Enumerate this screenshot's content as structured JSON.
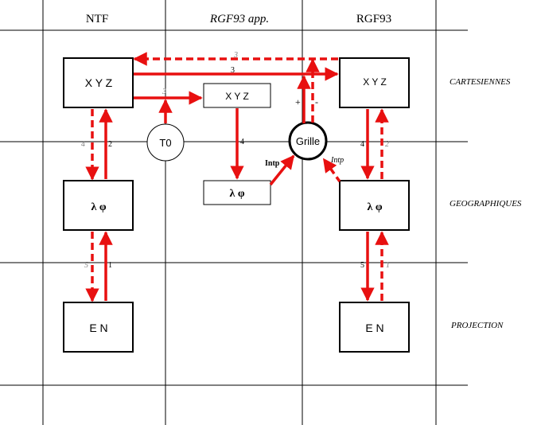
{
  "columns": {
    "ntf": "NTF",
    "rgf93_app": "RGF93 app.",
    "rgf93": "RGF93"
  },
  "rows": {
    "cartesiennes": "CARTESIENNES",
    "geographiques": "GEOGRAPHIQUES",
    "projection": "PROJECTION"
  },
  "boxes": {
    "ntf_xyz": "X Y Z",
    "ntf_lambda_phi": "λ φ",
    "ntf_en": "E N",
    "app_xyz": "X Y Z",
    "app_lambda_phi": "λ φ",
    "rgf_xyz": "X Y Z",
    "rgf_lambda_phi": "λ φ",
    "rgf_en": "E N"
  },
  "nodes": {
    "t0": "T0",
    "grille": "Grille"
  },
  "arrow_labels": {
    "top_dashed": "3",
    "top_solid": "3",
    "to_t0": "3",
    "ntf_xyz_down": "4",
    "ntf_xyz_up": "2",
    "ntf_geo_down": "5",
    "ntf_geo_up": "1",
    "app_down": "4",
    "intp_left": "Intp",
    "intp_right": "Intp",
    "plus": "+",
    "minus": "-",
    "rgf_xyz_down": "4",
    "rgf_xyz_up": "2",
    "rgf_geo_down": "5",
    "rgf_geo_up": "1"
  },
  "colors": {
    "arrow": "#e81010",
    "grid": "#000000",
    "dim_label": "#808080"
  }
}
